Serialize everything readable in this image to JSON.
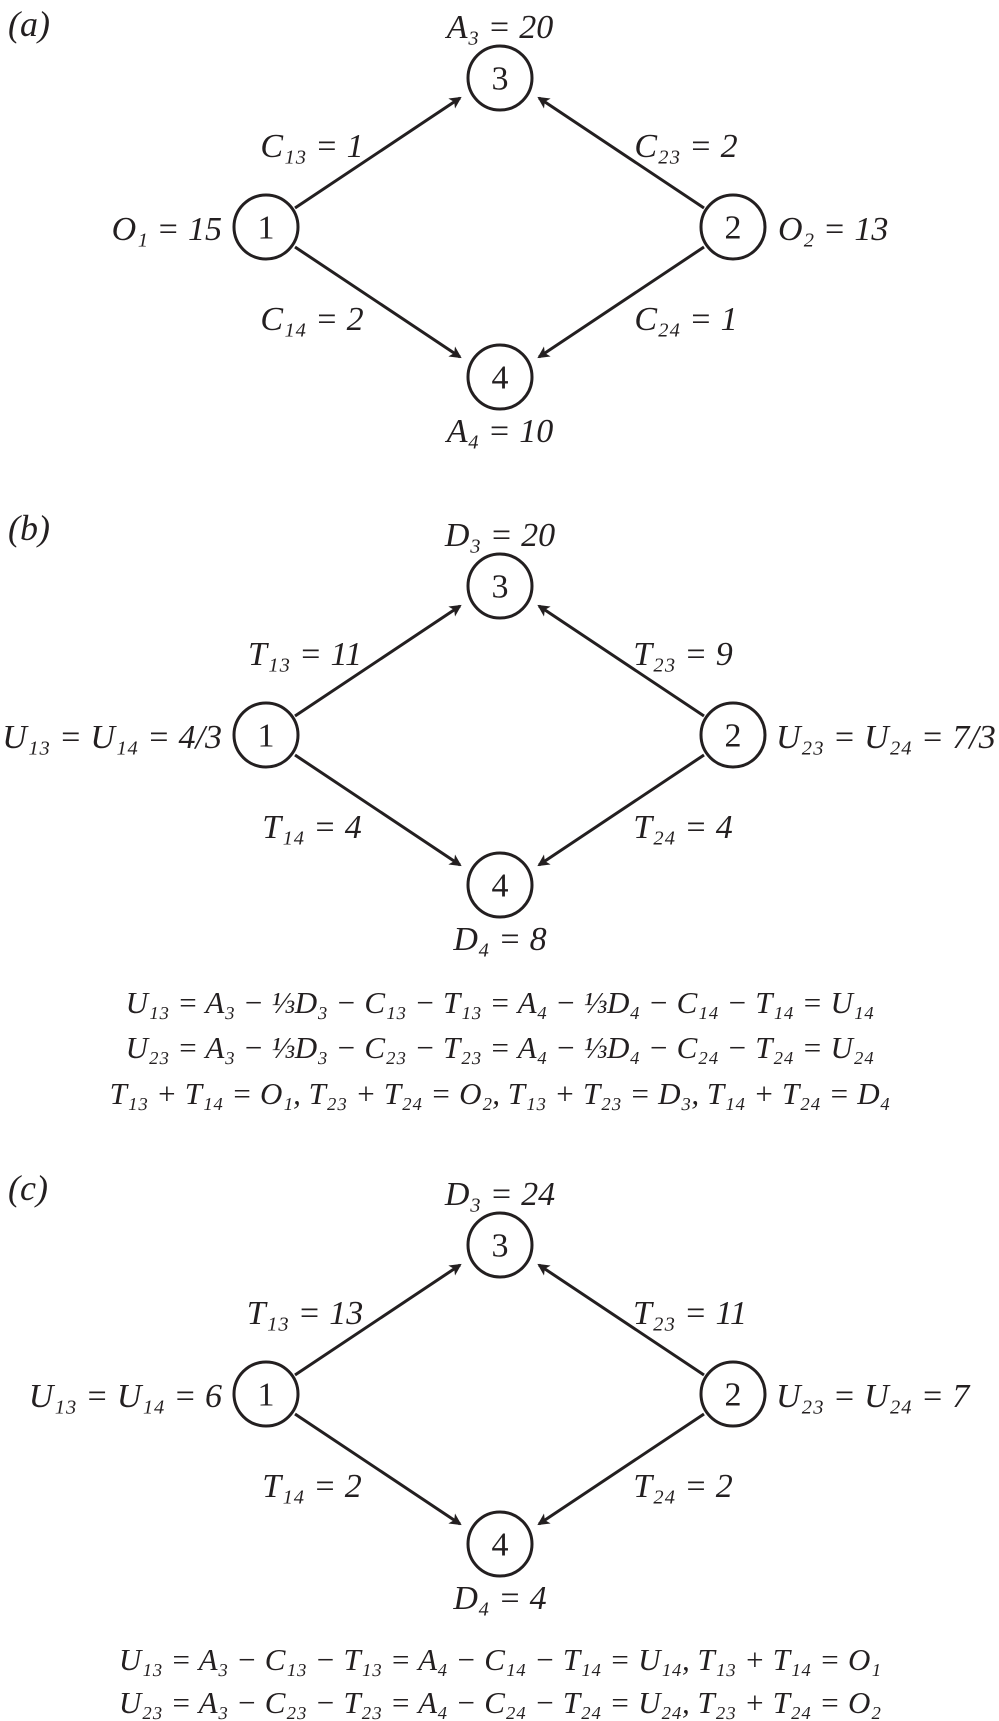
{
  "colors": {
    "ink": "#231f20",
    "background": "#ffffff"
  },
  "panels": [
    {
      "tag": "(a)",
      "nodes": {
        "n1": "1",
        "n2": "2",
        "n3": "3",
        "n4": "4"
      },
      "labels": {
        "top": "A₃ = 20",
        "bottom": "A₄ = 10",
        "left": "O₁ = 15",
        "right": "O₂ = 13",
        "e13": "C₁₃ = 1",
        "e23": "C₂₃ = 2",
        "e14": "C₁₄ = 2",
        "e24": "C₂₄ = 1"
      },
      "equations": []
    },
    {
      "tag": "(b)",
      "nodes": {
        "n1": "1",
        "n2": "2",
        "n3": "3",
        "n4": "4"
      },
      "labels": {
        "top": "D₃ = 20",
        "bottom": "D₄ = 8",
        "left": "U₁₃ = U₁₄ = 4/3",
        "right": "U₂₃ = U₂₄ = 7/3",
        "e13": "T₁₃ = 11",
        "e23": "T₂₃ = 9",
        "e14": "T₁₄ = 4",
        "e24": "T₂₄ = 4"
      },
      "equations": [
        "U₁₃ = A₃ − ⅓D₃ − C₁₃ − T₁₃ = A₄ − ⅓D₄ − C₁₄ − T₁₄ = U₁₄",
        "U₂₃ = A₃ − ⅓D₃ − C₂₃ − T₂₃ = A₄ − ⅓D₄ − C₂₄ − T₂₄ = U₂₄",
        "T₁₃ + T₁₄ = O₁, T₂₃ + T₂₄ = O₂, T₁₃ + T₂₃ = D₃, T₁₄ + T₂₄ = D₄"
      ]
    },
    {
      "tag": "(c)",
      "nodes": {
        "n1": "1",
        "n2": "2",
        "n3": "3",
        "n4": "4"
      },
      "labels": {
        "top": "D₃ = 24",
        "bottom": "D₄ = 4",
        "left": "U₁₃ = U₁₄ = 6",
        "right": "U₂₃ = U₂₄ = 7",
        "e13": "T₁₃ = 13",
        "e23": "T₂₃ = 11",
        "e14": "T₁₄ = 2",
        "e24": "T₂₄ = 2"
      },
      "equations": [
        "U₁₃ = A₃ − C₁₃ − T₁₃ = A₄ − C₁₄ − T₁₄ = U₁₄, T₁₃ + T₁₄ = O₁",
        "U₂₃ = A₃ − C₂₃ − T₂₃ = A₄ − C₂₄ − T₂₄ = U₂₄, T₂₃ + T₂₄ = O₂"
      ]
    }
  ]
}
